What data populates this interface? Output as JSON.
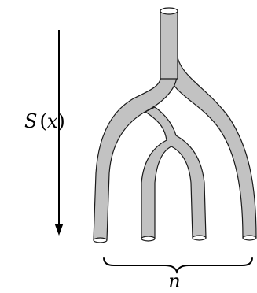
{
  "diagram": {
    "labels": {
      "function_name": "S",
      "open_paren": "(",
      "variable": "x",
      "close_paren": ")",
      "count": "n"
    },
    "colors": {
      "tube_fill": "#c2c2c2",
      "tube_stroke": "#1a1a1a",
      "opening_fill": "#ffffff",
      "arrow": "#000000",
      "brace": "#000000"
    }
  }
}
